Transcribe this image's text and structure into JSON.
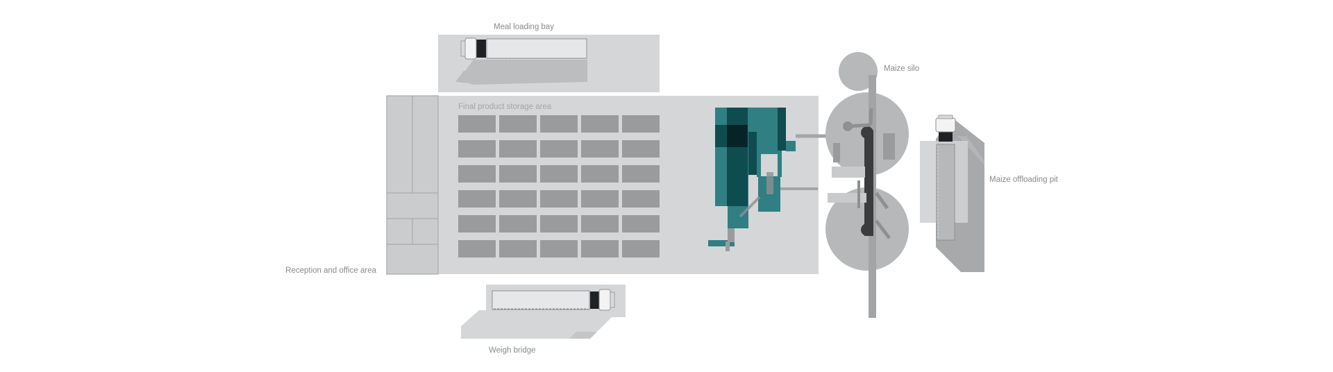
{
  "diagram": {
    "labels": {
      "meal_loading_bay": "Meal loading bay",
      "final_product_storage": "Final product storage area",
      "maize_silo": "Maize silo",
      "maize_offloading_pit": "Maize offloading pit",
      "reception_office": "Reception and office area",
      "weigh_bridge": "Weigh bridge"
    },
    "storage_grid": {
      "rows": 6,
      "columns": 5
    },
    "colors": {
      "background": "#ffffff",
      "area_fill": "#d5d6d8",
      "storage_block": "#9a9b9d",
      "silo": "#b7b8ba",
      "conveyor": "#a3a4a6",
      "mill_teal": "#2f7f83",
      "mill_dark": "#0f4c50",
      "mill_darkest": "#062428",
      "truck_body": "#e6e7e8",
      "truck_outline": "#8e8f91",
      "shadow": "#bcbdbf"
    }
  }
}
